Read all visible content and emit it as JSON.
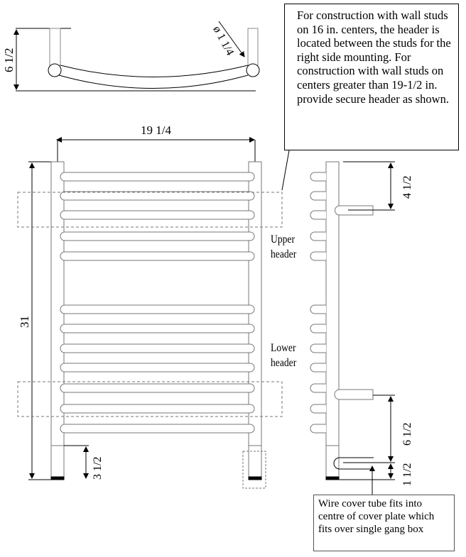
{
  "notes": {
    "top": "For construction with wall studs on 16 in. centers, the header is located between the studs for the right side mounting. For construction with wall studs on centers greater than 19-1/2 in. provide secure header as shown.",
    "bottom": "Wire cover tube fits into centre of cover plate which fits over single gang box"
  },
  "labels": {
    "upper_header_1": "Upper",
    "upper_header_2": "header",
    "lower_header_1": "Lower",
    "lower_header_2": "header"
  },
  "dimensions": {
    "depth": "6 1/2",
    "tube_diameter": "ø 1 1/4",
    "width": "19 1/4",
    "height": "31",
    "leg": "3 1/2",
    "top_to_upper_bracket": "4 1/2",
    "lower_bracket_to_cover": "6 1/2",
    "cover_to_bottom": "1 1/2"
  }
}
